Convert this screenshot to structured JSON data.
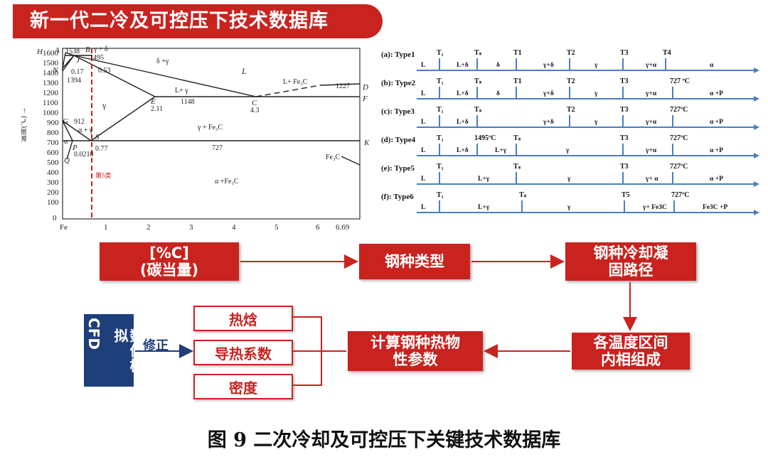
{
  "banner": {
    "title": "新一代二冷及可控压下技术数据库"
  },
  "phase_diagram": {
    "axis_y_label": "温度(℃) →",
    "y_ticks": [
      "1600",
      "1500",
      "1400",
      "1300",
      "1200",
      "1100",
      "1000",
      "900",
      "800",
      "700",
      "600",
      "500",
      "400",
      "300",
      "200",
      "100",
      "0"
    ],
    "x_ticks": [
      "Fe",
      "1",
      "2",
      "3",
      "4",
      "5",
      "6",
      "6.69"
    ],
    "points": {
      "H": "H",
      "A": "A",
      "J": "J",
      "B": "B",
      "N": "N",
      "D": "D",
      "F": "F",
      "E": "E",
      "C": "C",
      "G": "G",
      "S": "S",
      "P": "P",
      "Q": "Q",
      "K": "K"
    },
    "labels": {
      "t1538": "1538",
      "t1495": "1495",
      "d_g": "δ +γ",
      "g_d": "γ + δ",
      "t017": "0.17",
      "t053": "0.53",
      "t1394": "1394",
      "L": "L",
      "L_Fe3C": "L+ Fe₃C",
      "t1227": "1227",
      "L_g": "L+ γ",
      "t1148": "1148",
      "t211": "2.11",
      "t43": "4.3",
      "g": "γ",
      "t912": "912",
      "a_g": "α + γ",
      "g_Fe3C": "γ + Fe₃C",
      "a": "α",
      "t077": "0.77",
      "t727": "727",
      "t00218": "0.0218",
      "Fe3C": "Fe₃C",
      "a_Fe3C": "α +Fe₃C",
      "type_marker": "第5类",
      "p": "p"
    }
  },
  "types": [
    {
      "name": "(a): Type1",
      "marks": [
        "T₁",
        "Tₛ",
        "T1",
        "T2",
        "T3",
        "T4"
      ],
      "phases": [
        "L",
        "L+δ",
        "δ",
        "γ+δ",
        "γ",
        "γ+α",
        "α"
      ]
    },
    {
      "name": "(b): Type2",
      "marks": [
        "T₁",
        "Tₛ",
        "T1",
        "T2",
        "T3",
        "727 ºC"
      ],
      "phases": [
        "L",
        "L+δ",
        "δ",
        "γ+δ",
        "γ",
        "γ+α",
        "α +P"
      ]
    },
    {
      "name": "(c): Type3",
      "marks": [
        "T₁",
        "Tₛ",
        "T2",
        "T3",
        "727ºC"
      ],
      "phases": [
        "L",
        "L+δ",
        "γ+δ",
        "γ",
        "γ+α",
        "α +P"
      ]
    },
    {
      "name": "(d): Type4",
      "marks": [
        "T₁",
        "1495ºC",
        "Tₛ",
        "T3",
        "727ºC"
      ],
      "phases": [
        "L",
        "L+δ",
        "L+γ",
        "γ",
        "γ+α",
        "α +P"
      ]
    },
    {
      "name": "(e): Type5",
      "marks": [
        "T₁",
        "Tₛ",
        "T3",
        "727ºC"
      ],
      "phases": [
        "L",
        "L+γ",
        "γ",
        "γ+ α",
        "α +P"
      ]
    },
    {
      "name": "(f): Type6",
      "marks": [
        "T₁",
        "Tₛ",
        "T5",
        "727ºC"
      ],
      "phases": [
        "L",
        "L+γ",
        "γ",
        "γ+ Fe3C",
        "Fe3C +P"
      ]
    }
  ],
  "flow": {
    "carbon_l1": "[%C]",
    "carbon_l2": "(碳当量)",
    "steel_type": "钢种类型",
    "path_l1": "钢种冷却凝",
    "path_l2": "固路径",
    "phase_l1": "各温度区间",
    "phase_l2": "内相组成",
    "calc_l1": "计算钢种热物",
    "calc_l2": "性参数",
    "enthalpy": "热焓",
    "conductivity": "导热系数",
    "density": "密度",
    "correction": "修正",
    "cfd_a": "CFD",
    "cfd_b": "数值模拟"
  },
  "caption": "图 9  二次冷却及可控压下关键技术数据库"
}
